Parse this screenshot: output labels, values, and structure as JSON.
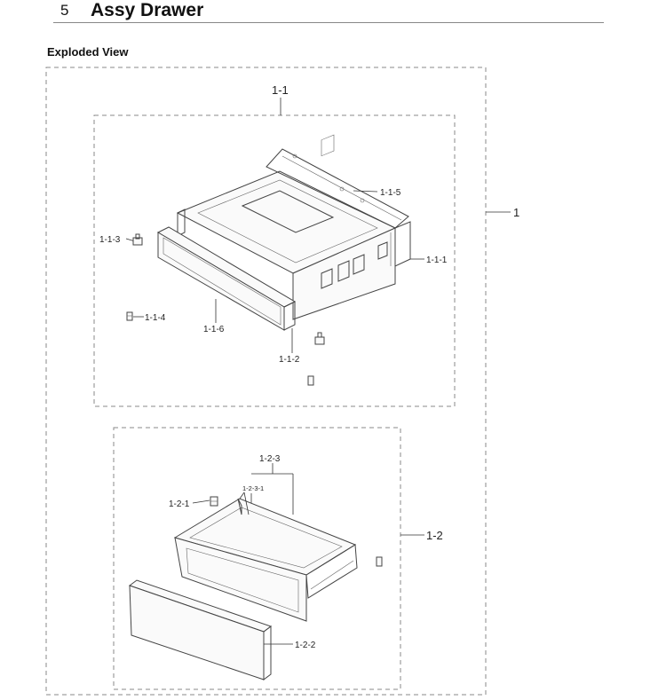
{
  "header": {
    "section_number": "5",
    "title": "Assy Drawer"
  },
  "view_title": "Exploded View",
  "labels": {
    "assy_1": "1",
    "assy_1_1": "1-1",
    "part_1_1_1": "1-1-1",
    "part_1_1_2": "1-1-2",
    "part_1_1_3": "1-1-3",
    "part_1_1_4": "1-1-4",
    "part_1_1_5": "1-1-5",
    "part_1_1_6": "1-1-6",
    "assy_1_2": "1-2",
    "part_1_2_1": "1-2-1",
    "part_1_2_2": "1-2-2",
    "part_1_2_3": "1-2-3",
    "part_1_2_3_1": "1-2-3-1"
  }
}
